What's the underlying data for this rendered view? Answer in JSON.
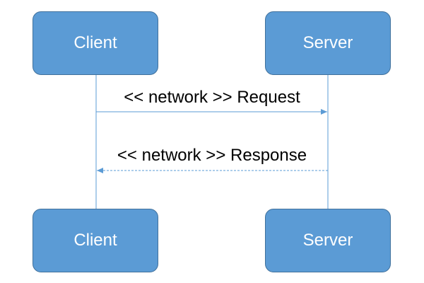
{
  "participants": {
    "client": "Client",
    "server": "Server"
  },
  "messages": {
    "request": "<< network >> Request",
    "response": "<< network >> Response"
  },
  "colors": {
    "box_fill": "#5b9bd5",
    "box_border": "#41719c",
    "lifeline": "#5b9bd5",
    "box_text": "#ffffff",
    "label_text": "#000000"
  }
}
